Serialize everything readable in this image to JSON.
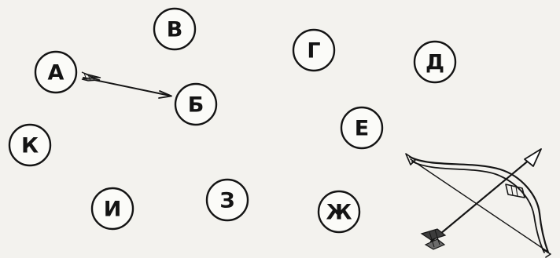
{
  "nodes": [
    {
      "id": "A",
      "label": "А"
    },
    {
      "id": "B",
      "label": "Б"
    },
    {
      "id": "V",
      "label": "В"
    },
    {
      "id": "G",
      "label": "Г"
    },
    {
      "id": "D",
      "label": "Д"
    },
    {
      "id": "E",
      "label": "Е"
    },
    {
      "id": "ZH",
      "label": "Ж"
    },
    {
      "id": "Z",
      "label": "З"
    },
    {
      "id": "I",
      "label": "И"
    },
    {
      "id": "K",
      "label": "К"
    }
  ],
  "arrows": [
    {
      "from": "А",
      "to": "Б"
    }
  ],
  "icons": [
    "bow-and-arrow-icon"
  ],
  "colors": {
    "ink": "#141414",
    "paper": "#f3f2ee"
  }
}
